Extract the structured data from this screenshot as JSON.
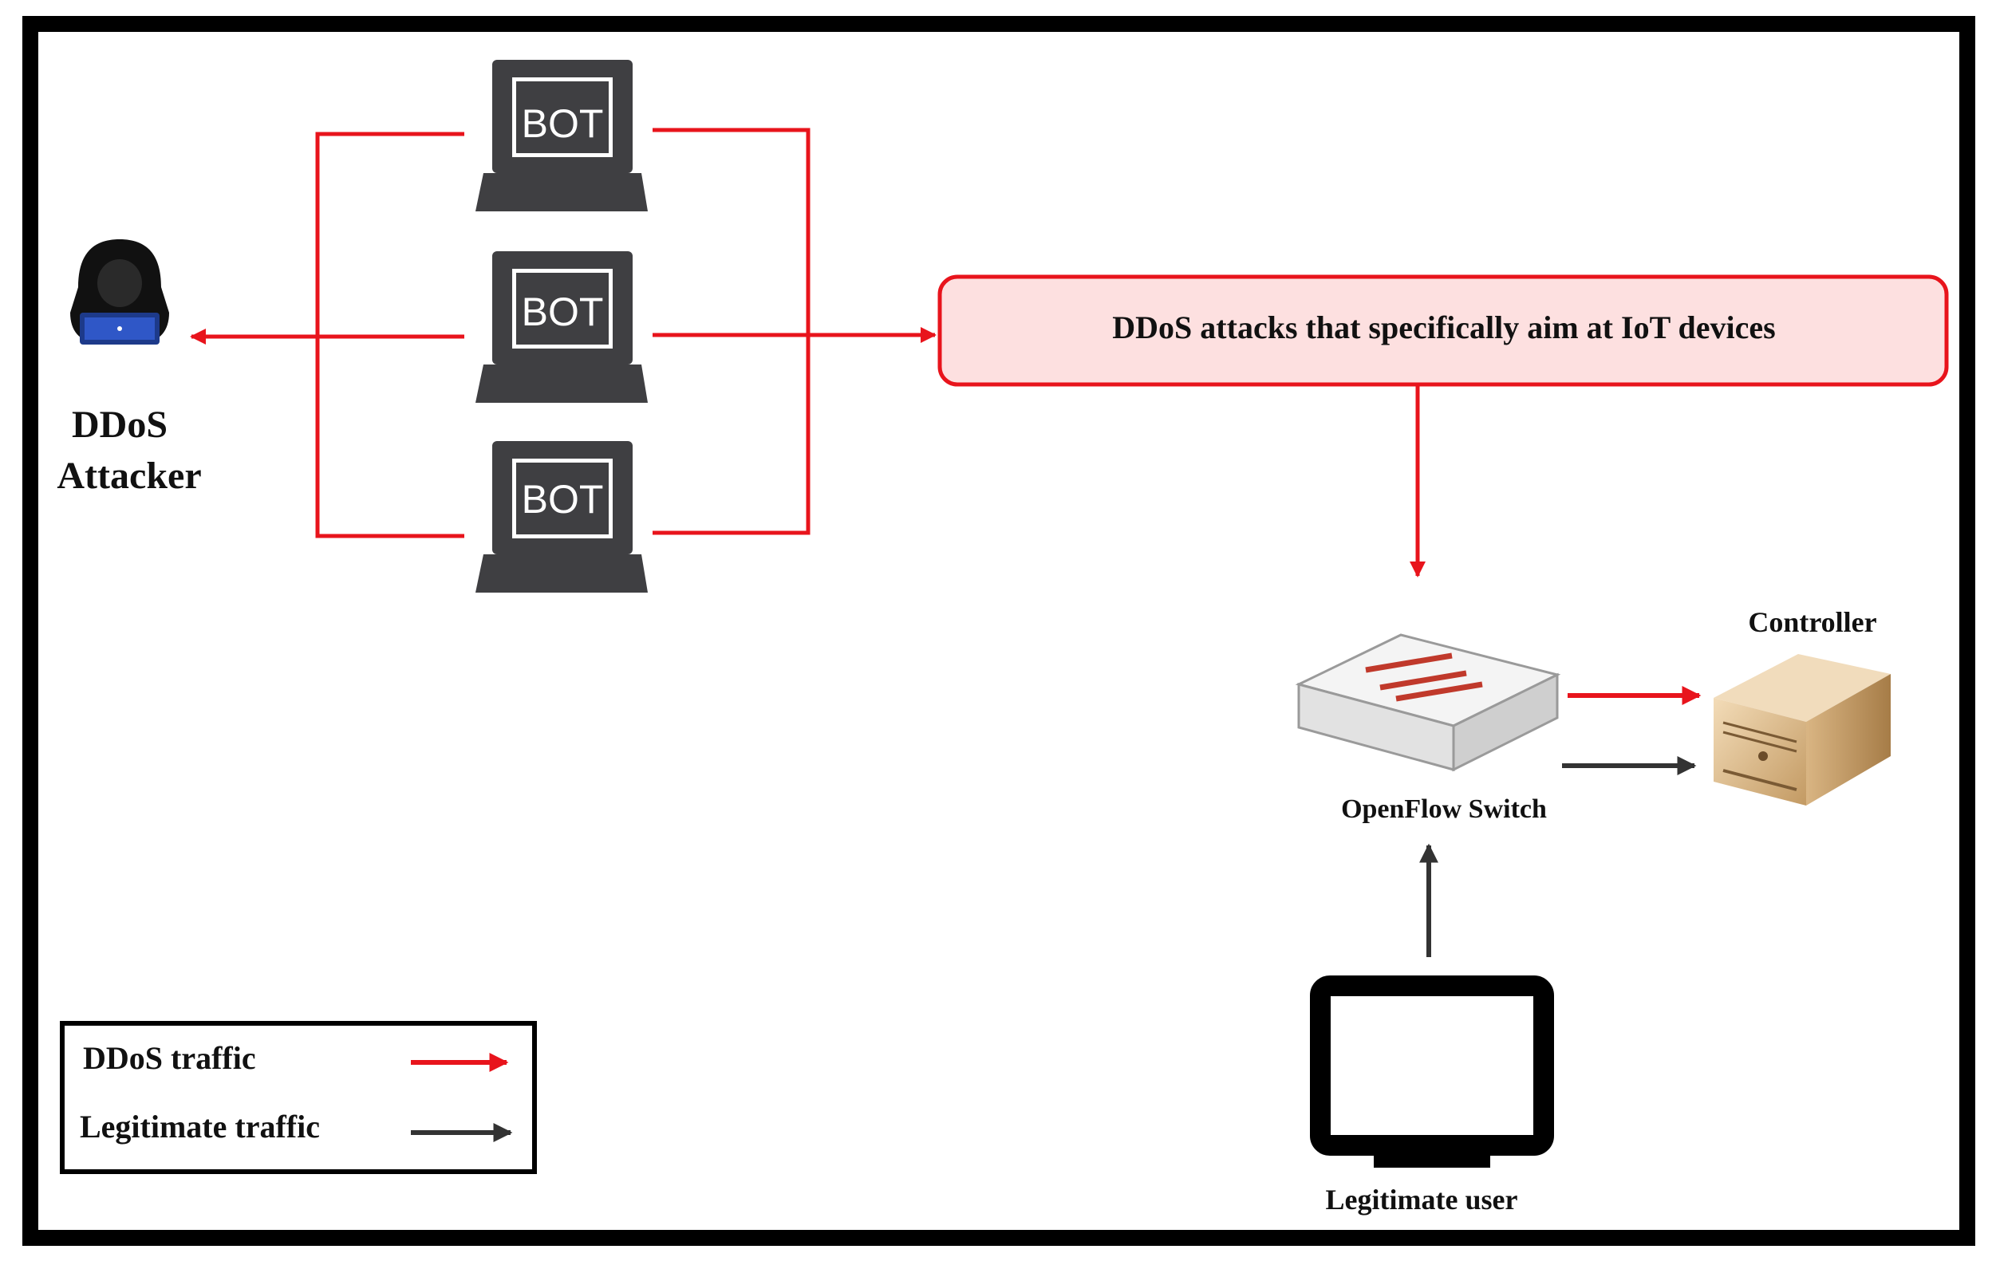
{
  "nodes": {
    "attacker": {
      "label_line1": "DDoS",
      "label_line2": "Attacker"
    },
    "bots": [
      {
        "label": "BOT"
      },
      {
        "label": "BOT"
      },
      {
        "label": "BOT"
      }
    ],
    "attack_box": {
      "label": "DDoS attacks that specifically aim at IoT devices"
    },
    "switch": {
      "label": "OpenFlow Switch"
    },
    "controller": {
      "label": "Controller"
    },
    "legitimate_user": {
      "label": "Legitimate user"
    }
  },
  "legend": {
    "items": [
      {
        "label": "DDoS traffic",
        "color": "#e8141c"
      },
      {
        "label": "Legitimate traffic",
        "color": "#333333"
      }
    ]
  },
  "colors": {
    "ddos": "#e8141c",
    "legitimate": "#333333",
    "attack_box_fill": "#fde0e0",
    "device_dark": "#3f3f42"
  },
  "icons": {
    "attacker": "hacker-icon",
    "bot": "laptop-icon",
    "switch": "network-switch-icon",
    "controller": "server-icon",
    "user": "monitor-icon"
  }
}
